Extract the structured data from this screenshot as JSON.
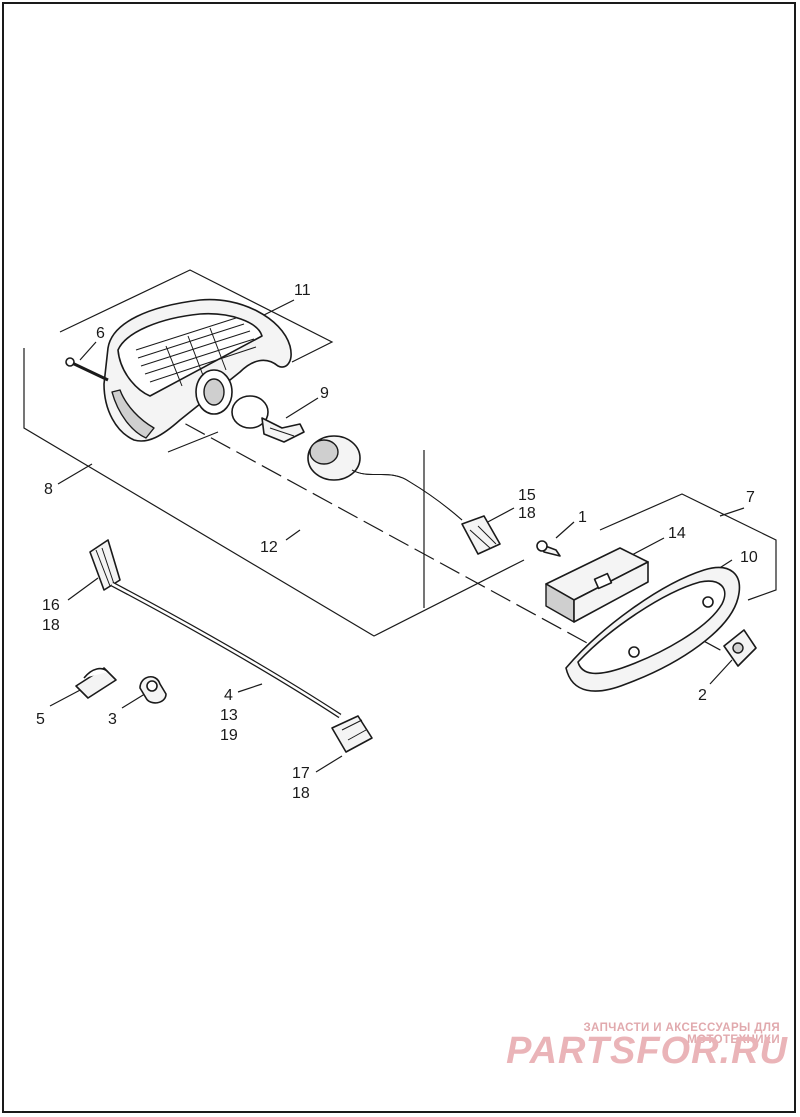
{
  "callouts": {
    "c1": "1",
    "c2": "2",
    "c3": "3",
    "c4": "4",
    "c5": "5",
    "c6": "6",
    "c7": "7",
    "c8": "8",
    "c9": "9",
    "c10": "10",
    "c11": "11",
    "c12": "12",
    "c13": "13",
    "c14": "14",
    "c15": "15",
    "c16": "16",
    "c17": "17",
    "c18a": "18",
    "c18b": "18",
    "c18c": "18",
    "c19": "19"
  },
  "watermark": {
    "line1": "ЗАПЧАСТИ И АКСЕССУАРЫ ДЛЯ МОТОТЕХНИКИ",
    "line2": "PARTSFOR.RU"
  },
  "colors": {
    "line": "#1a1a1a",
    "watermark": "#e1a9ad"
  }
}
